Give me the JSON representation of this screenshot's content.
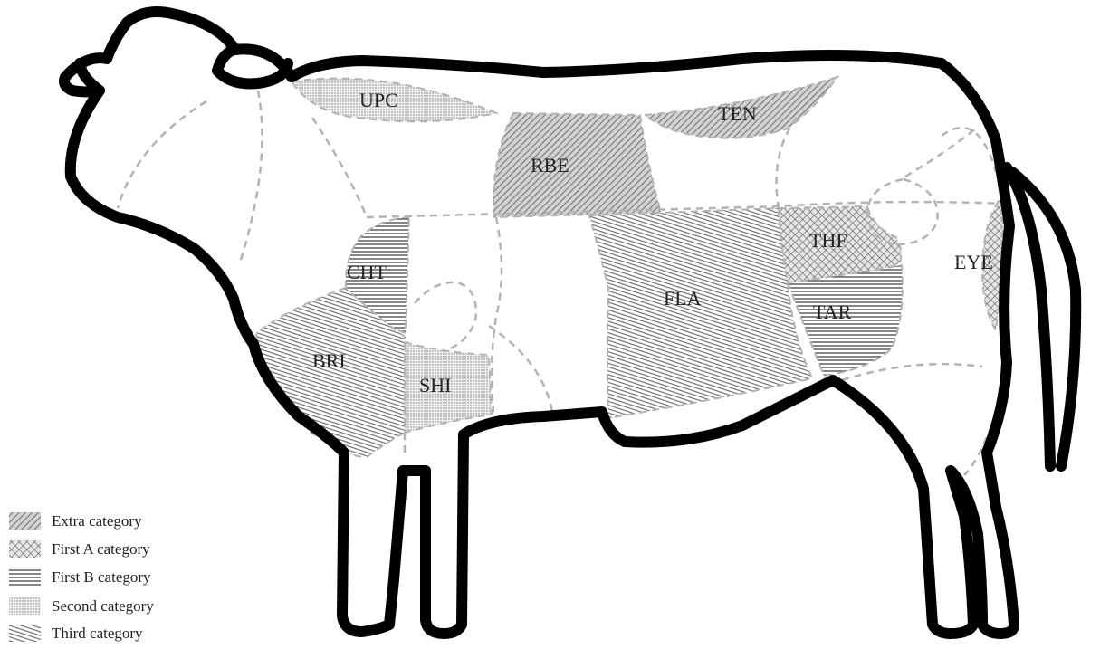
{
  "cuts": {
    "upc": "UPC",
    "ten": "TEN",
    "rbe": "RBE",
    "cht": "CHT",
    "thf": "THF",
    "eye": "EYE",
    "fla": "FLA",
    "tar": "TAR",
    "bri": "BRI",
    "shi": "SHI"
  },
  "legend": [
    {
      "label": "Extra category",
      "pattern": "diagonal-hatch"
    },
    {
      "label": "First A category",
      "pattern": "crosshatch"
    },
    {
      "label": "First B category",
      "pattern": "horizontal-lines"
    },
    {
      "label": "Second category",
      "pattern": "dots"
    },
    {
      "label": "Third category",
      "pattern": "shallow-diagonal-lines"
    }
  ],
  "colors": {
    "outline": "#000000",
    "division_lines": "#b3b3b3",
    "pattern_ink": "#555555"
  }
}
